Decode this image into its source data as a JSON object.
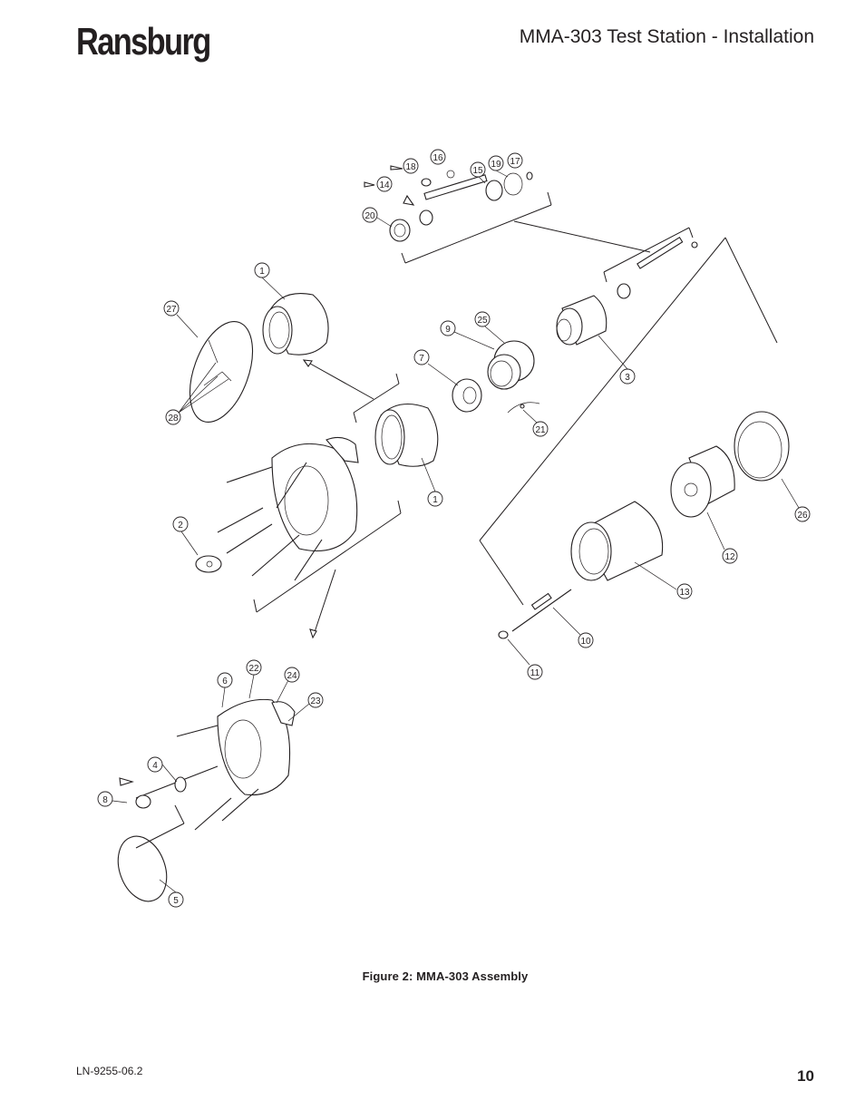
{
  "header": {
    "brand": "Ransburg",
    "title": "MMA-303 Test Station - Installation"
  },
  "figure": {
    "caption": "Figure  2:  MMA-303 Assembly",
    "callouts": [
      "1",
      "2",
      "3",
      "4",
      "5",
      "6",
      "7",
      "8",
      "9",
      "10",
      "11",
      "12",
      "13",
      "14",
      "15",
      "16",
      "17",
      "18",
      "19",
      "20",
      "21",
      "22",
      "23",
      "24",
      "25",
      "26",
      "27",
      "28"
    ]
  },
  "footer": {
    "doc_number": "LN-9255-06.2",
    "page_number": "10"
  }
}
